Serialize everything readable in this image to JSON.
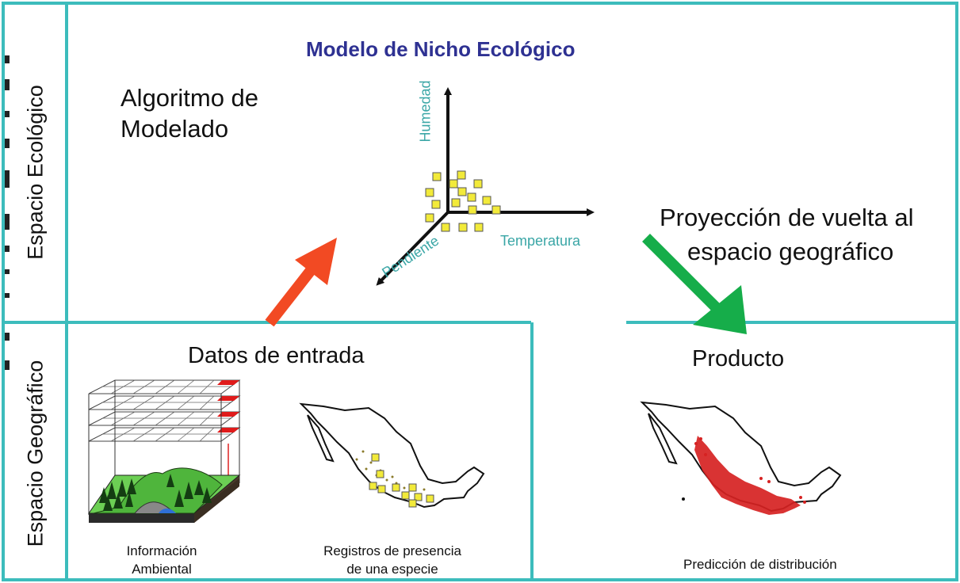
{
  "colors": {
    "frame": "#3cbcbc",
    "title": "#2e3192",
    "axis_label": "#3aa6a6",
    "red_arrow": "#f24a23",
    "green_arrow": "#16ad4a",
    "point_fill": "#f2ea3a",
    "prediction": "#d62222"
  },
  "side_labels": {
    "ecological": "Espacio Ecológico",
    "geographic": "Espacio Geográfico"
  },
  "ecological": {
    "algorithm_line1": "Algoritmo de",
    "algorithm_line2": "Modelado",
    "model_title": "Modelo de Nicho Ecológico",
    "axis_humidity": "Humedad",
    "axis_temperature": "Temperatura",
    "axis_slope": "Pendiente",
    "projection_line1": "Proyección de vuelta al",
    "projection_line2": "espacio geográfico"
  },
  "input": {
    "title": "Datos de entrada",
    "env_caption_line1": "Información",
    "env_caption_line2": "Ambiental",
    "records_caption_line1": "Registros de presencia",
    "records_caption_line2": "de una especie"
  },
  "product": {
    "title": "Producto",
    "caption": "Predicción de distribución"
  }
}
